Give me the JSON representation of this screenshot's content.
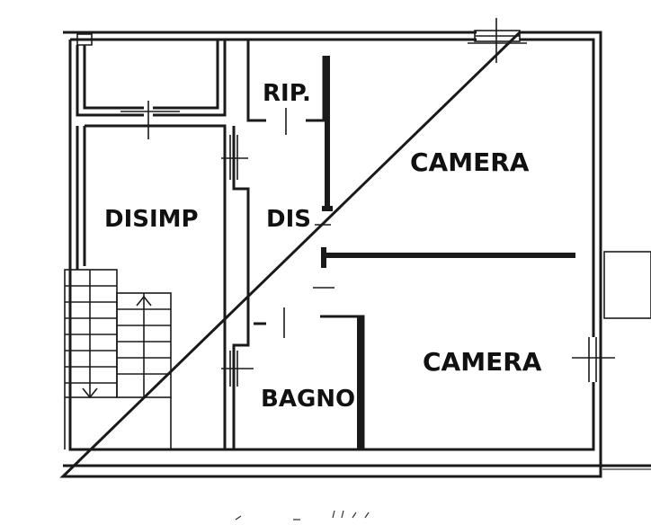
{
  "rooms": {
    "rip": "RIP.",
    "camera_top": "CAMERA",
    "disimp": "DISIMP",
    "dis": "DIS",
    "camera_bottom": "CAMERA",
    "bagno": "BAGNO"
  }
}
